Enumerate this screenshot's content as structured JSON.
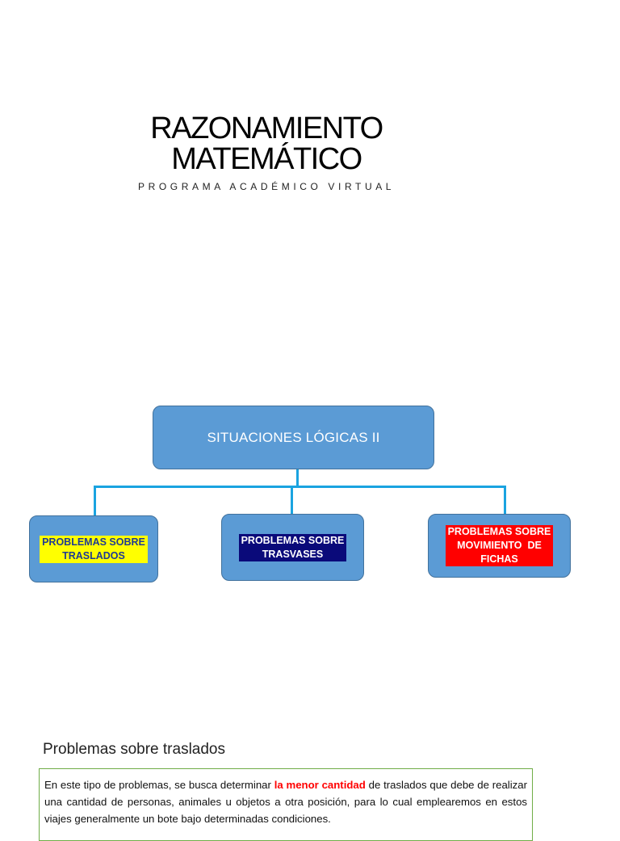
{
  "header": {
    "title_line1": "RAZONAMIENTO",
    "title_line2": "MATEMÁTICO",
    "subtitle": "PROGRAMA ACADÉMICO VIRTUAL"
  },
  "diagram": {
    "root": "SITUACIONES LÓGICAS II",
    "children": [
      {
        "line1": "PROBLEMAS SOBRE",
        "line2": "TRASLADOS",
        "highlight": "#ffff00"
      },
      {
        "line1": "PROBLEMAS SOBRE",
        "line2": "TRASVASES",
        "highlight": "#0a0a7a"
      },
      {
        "line1": "PROBLEMAS SOBRE",
        "line2": "MOVIMIENTO  DE",
        "line3": "FICHAS",
        "highlight": "#ff0000"
      }
    ],
    "colors": {
      "box_fill": "#5b9bd5",
      "connector": "#1aa3e0"
    }
  },
  "section": {
    "heading": "Problemas sobre traslados",
    "text_before": "En este tipo de problemas, se busca determinar ",
    "text_emphasis": "la menor cantidad",
    "text_after": " de traslados que debe de realizar una cantidad de personas, animales u objetos a otra posición, para lo cual emplearemos en estos viajes generalmente un bote bajo determinadas condiciones."
  }
}
